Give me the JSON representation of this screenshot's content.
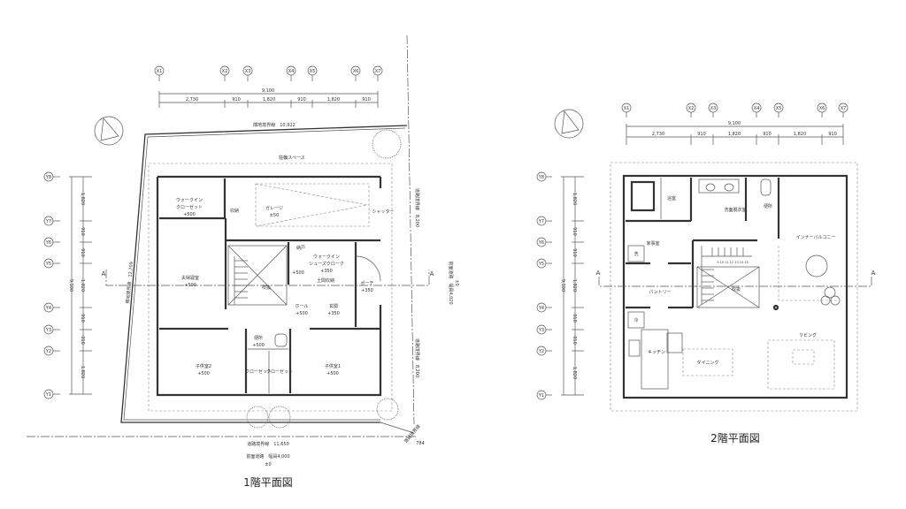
{
  "floor1": {
    "title": "1階平面図",
    "grid_x": [
      "X1",
      "X2",
      "X3",
      "X4",
      "X5",
      "X6",
      "X7"
    ],
    "grid_y": [
      "Y8",
      "Y7",
      "Y6",
      "Y5",
      "Y4",
      "Y3",
      "Y2",
      "Y1"
    ],
    "dim_total_x": "9,100",
    "dim_x": [
      "2,730",
      "910",
      "1,820",
      "910",
      "1,820",
      "910"
    ],
    "dim_total_y": "9,100",
    "dim_y": [
      "1,820",
      "910",
      "910",
      "1,820",
      "910",
      "910",
      "1,820"
    ],
    "section_mark": "A",
    "site": {
      "north_boundary": "隣地境界線　10,922",
      "west_boundary": "隣地境界線　12,709",
      "east_boundary_1": "道路境界線　8,200",
      "east_boundary_2": "道路境界線　8,200",
      "south_boundary": "道路境界線　11,650",
      "corner_boundary": "道路境界線",
      "corner_length": "784",
      "front_road": "前面道路　幅員4,000",
      "front_road_level": "±0",
      "east_road": "前面道路　幅員4,020",
      "east_road_level": "±0",
      "bicycle_space": "駐輪スペース"
    },
    "rooms": {
      "walkin_closet": "ウォークイン",
      "walkin_closet_2": "クローゼット",
      "walkin_closet_level": "+500",
      "storage": "収納",
      "garage": "ガレージ",
      "garage_level": "±50",
      "shutter": "シャッター",
      "master_bedroom": "夫婦寝室",
      "master_bedroom_level": "+500",
      "void": "吹抜",
      "closet_storage": "納戸",
      "closet_storage_level": "+500",
      "shoes_closet": "ウォークイン",
      "shoes_closet_2": "シューズクローク",
      "shoes_closet_level": "+350",
      "earth_storage": "土間収納",
      "porch": "ポーチ",
      "porch_level": "+350",
      "hall": "ホール",
      "hall_level": "+500",
      "entrance": "玄関",
      "entrance_level": "+350",
      "toilet": "便所",
      "toilet_level": "+500",
      "child_room_2": "子供室2",
      "child_room_2_level": "+500",
      "child_room_1": "子供室1",
      "child_room_1_level": "+500",
      "closet_a": "クローゼット",
      "closet_b": "クローゼット"
    }
  },
  "floor2": {
    "title": "2階平面図",
    "grid_x": [
      "X1",
      "X2",
      "X3",
      "X4",
      "X5",
      "X6",
      "X7"
    ],
    "grid_y": [
      "Y8",
      "Y7",
      "Y6",
      "Y5",
      "Y4",
      "Y3",
      "Y2",
      "Y1"
    ],
    "dim_total_x": "9,100",
    "dim_x": [
      "2,730",
      "910",
      "1,820",
      "910",
      "1,820",
      "910"
    ],
    "dim_total_y": "9,100",
    "dim_y": [
      "1,820",
      "910",
      "910",
      "1,820",
      "910",
      "910",
      "1,820"
    ],
    "section_mark": "A",
    "stair_numbers": "9 10 11 12 13 14 15",
    "rooms": {
      "bathroom": "浴室",
      "washroom": "洗面脱衣室",
      "toilet": "便所",
      "utility": "家事室",
      "washer": "洗",
      "inner_balcony": "インナーバルコニー",
      "pantry": "パントリー",
      "void": "吹抜",
      "fridge": "冷",
      "kitchen": "キッチン",
      "dining": "ダイニング",
      "living": "リビング"
    }
  }
}
